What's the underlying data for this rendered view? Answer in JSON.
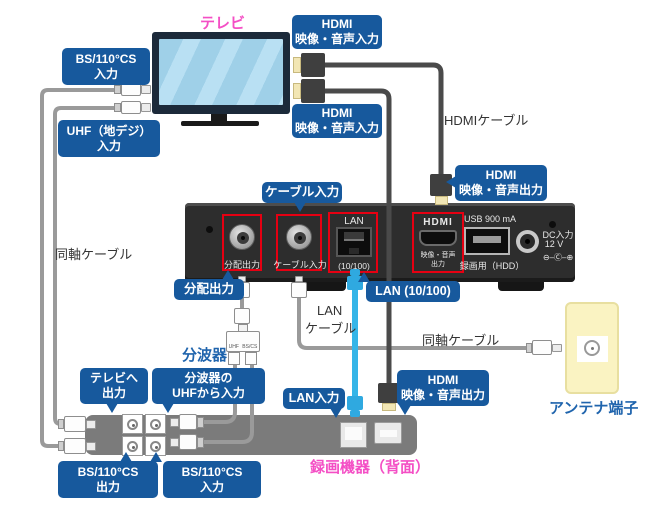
{
  "colors": {
    "callout_blue": "#17599d",
    "highlight_red": "#e60012",
    "label_pink": "#f44fc5",
    "label_blue": "#1f64ad",
    "lan_cable_blue": "#35b5e8",
    "coax_cable_gray": "#9a9a9a",
    "hdmi_cable_dark": "#4a4a4a"
  },
  "tv": {
    "label": "テレビ"
  },
  "callouts": {
    "bs_cs_in_tv": [
      "BS/110°CS",
      "入力"
    ],
    "uhf_in_tv": [
      "UHF（地デジ）",
      "入力"
    ],
    "hdmi_in_1": [
      "HDMI",
      "映像・音声入力"
    ],
    "hdmi_in_2": [
      "HDMI",
      "映像・音声入力"
    ],
    "hdmi_out_tuner": [
      "HDMI",
      "映像・音声出力"
    ],
    "cable_in": "ケーブル入力",
    "dist_out": "分配出力",
    "lan_10_100": "LAN (10/100)",
    "lan_in": "LAN入力",
    "hdmi_out_recorder": [
      "HDMI",
      "映像・音声出力"
    ],
    "tv_out": [
      "テレビへ",
      "出力"
    ],
    "splitter_uhf_in": [
      "分波器の",
      "UHFから入力"
    ],
    "bs_cs_out_recorder": [
      "BS/110°CS",
      "出力"
    ],
    "bs_cs_in_recorder": [
      "BS/110°CS",
      "入力"
    ]
  },
  "cable_texts": {
    "coax_left": "同軸ケーブル",
    "coax_right": "同軸ケーブル",
    "hdmi": "HDMIケーブル",
    "lan_line1": "LAN",
    "lan_line2": "ケーブル"
  },
  "device_names": {
    "splitter": "分波器",
    "antenna": "アンテナ端子",
    "recorder": "録画機器（背面）"
  },
  "tuner_panel": {
    "dist_out": "分配出力",
    "cable_in": "ケーブル入力",
    "lan": "LAN",
    "lan_speed": "(10/100)",
    "hdmi_logo": "HDMI",
    "hdmi_out_line1": "映像・音声",
    "hdmi_out_line2": "出力",
    "usb": "USB 900 mA",
    "usb_use": "録画用（HDD）",
    "dc_line1": "DC入力",
    "dc_line2": "12 V",
    "dc_polarity": "⊖–Ⓒ–⊕"
  },
  "splitter_ports": {
    "uhf": "UHF",
    "bscs": "BS/CS"
  }
}
